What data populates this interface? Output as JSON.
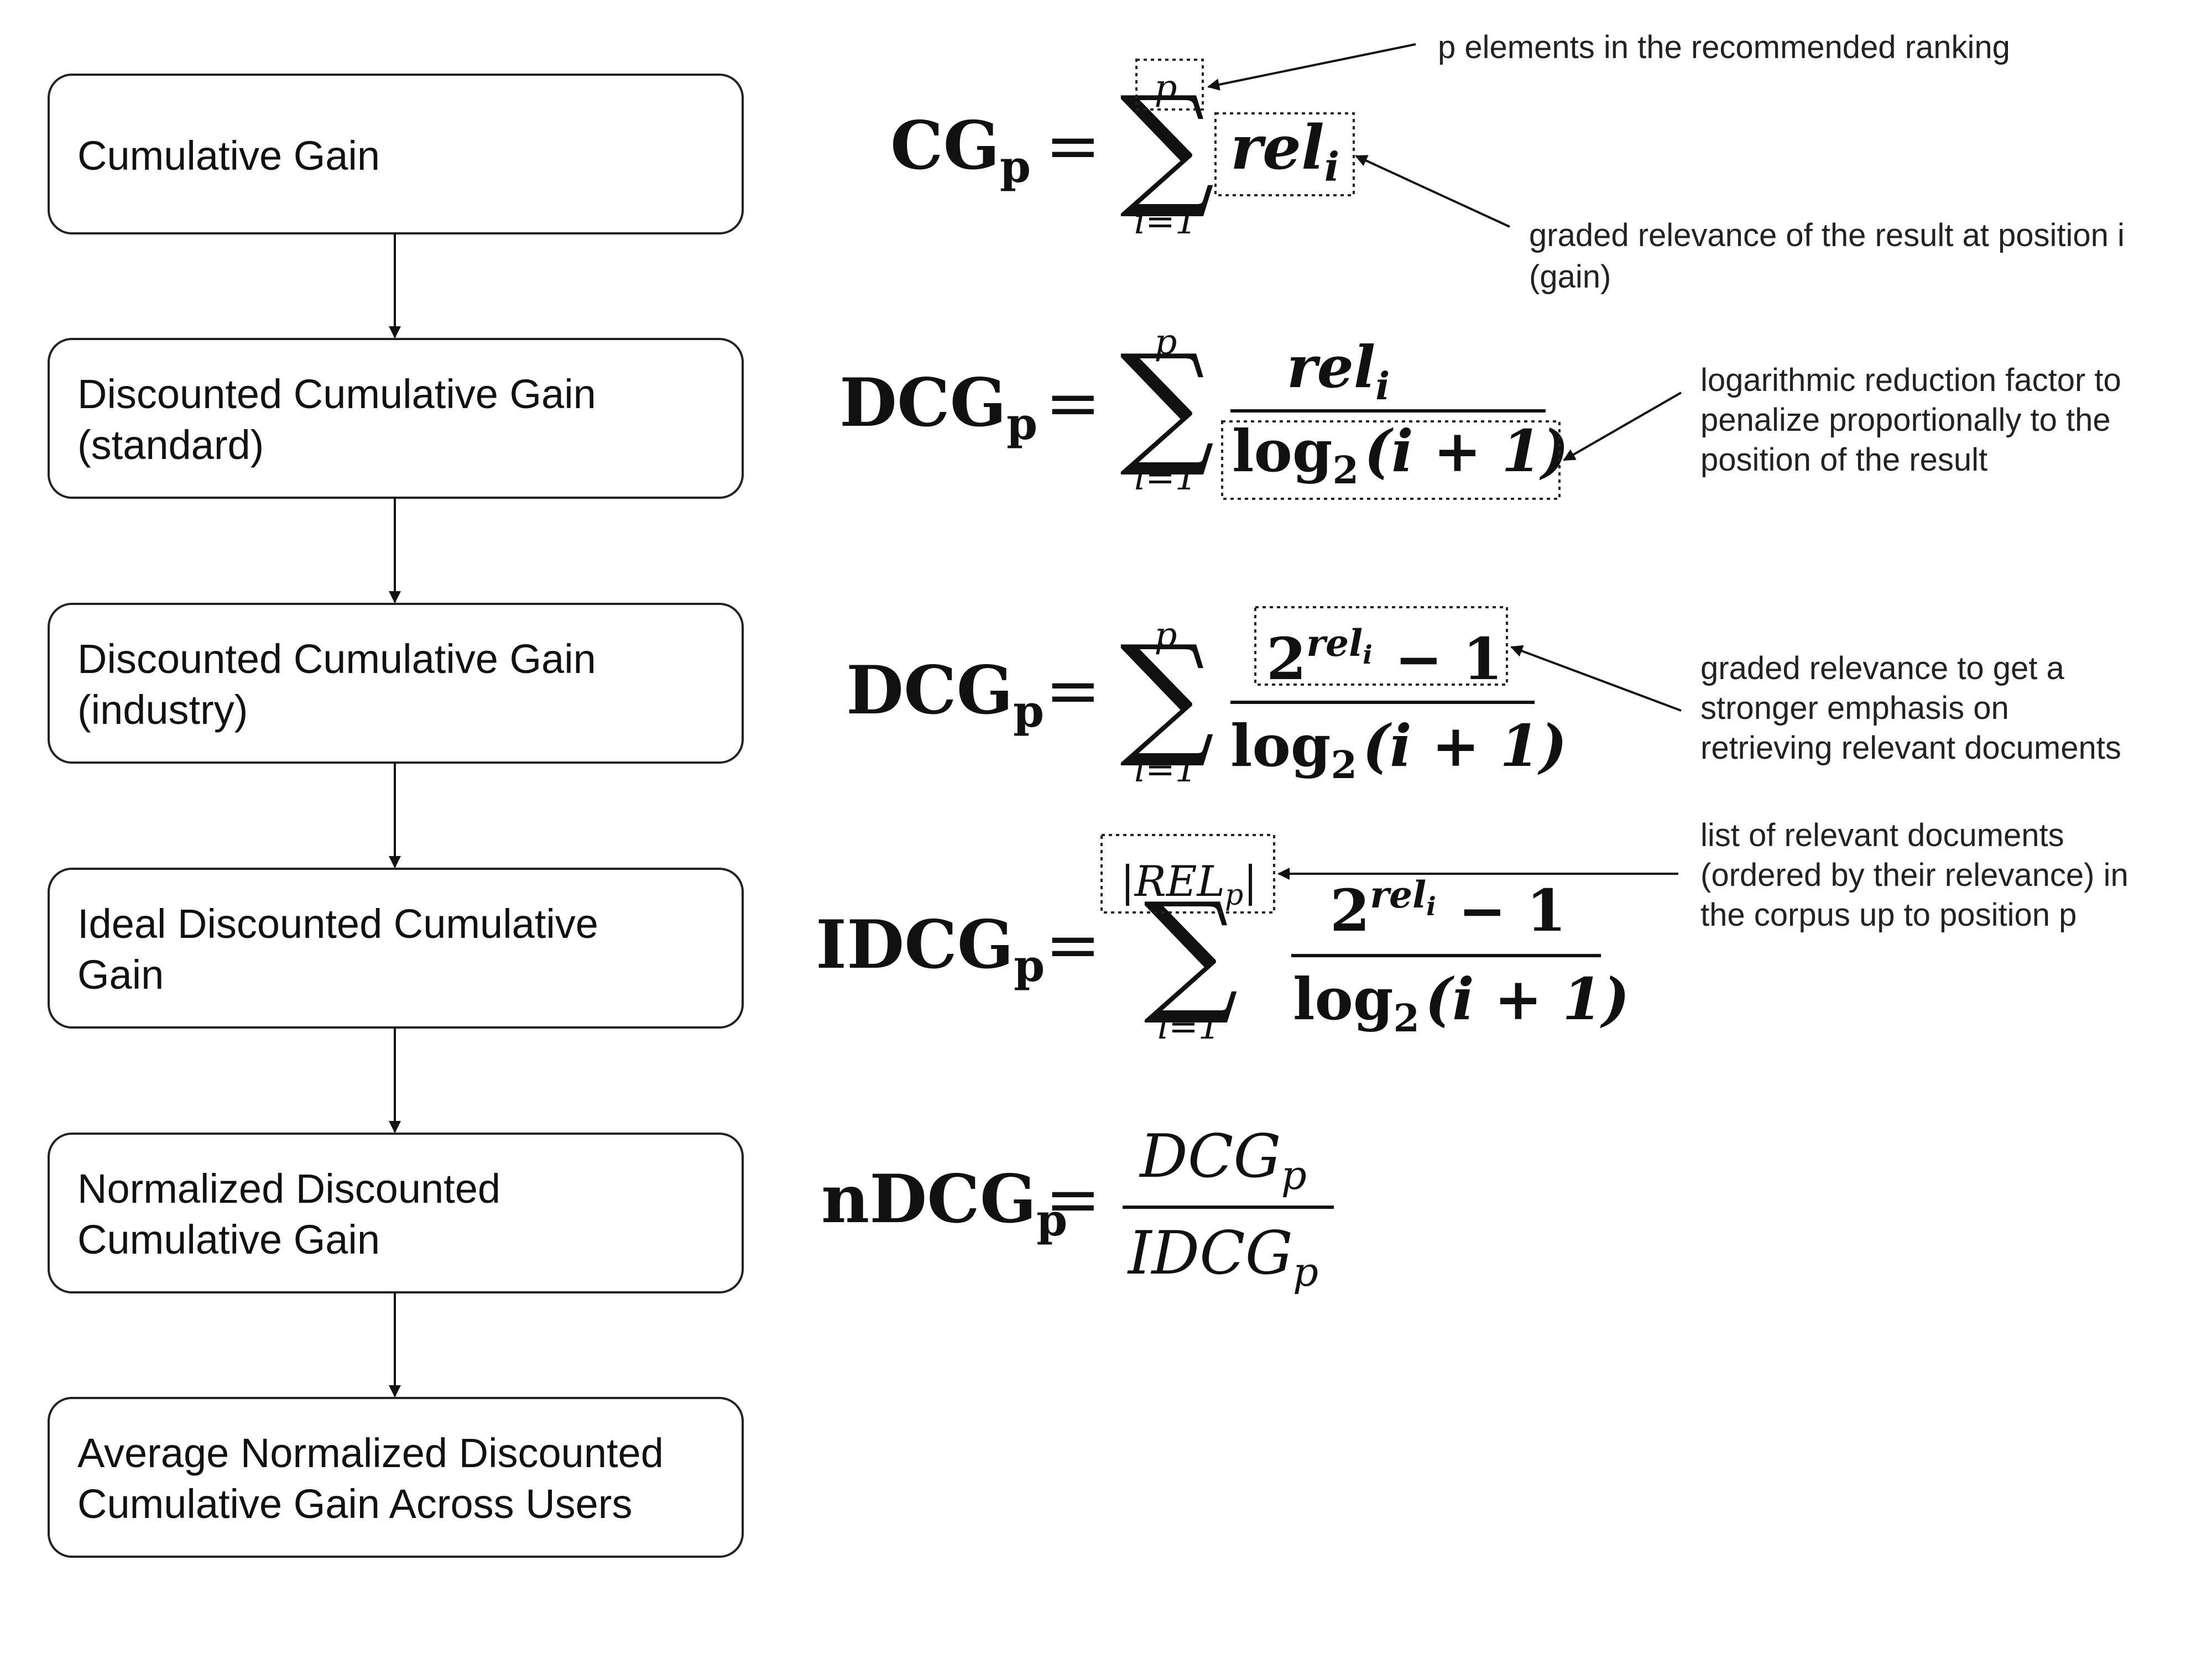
{
  "flow": {
    "boxes": [
      {
        "line1": "Cumulative Gain",
        "line2": ""
      },
      {
        "line1": "Discounted Cumulative Gain",
        "line2": "(standard)"
      },
      {
        "line1": "Discounted Cumulative Gain",
        "line2": "(industry)"
      },
      {
        "line1": "Ideal Discounted Cumulative",
        "line2": "Gain"
      },
      {
        "line1": "Normalized Discounted",
        "line2": "Cumulative Gain"
      },
      {
        "line1": "Average Normalized Discounted",
        "line2": "Cumulative Gain Across Users"
      }
    ]
  },
  "formulas": {
    "cg": {
      "lhs": "CG",
      "sub": "p",
      "eq": "=",
      "upper": "p",
      "lower": "i=1",
      "term": "rel",
      "term_sub": "i"
    },
    "dcg_std": {
      "lhs": "DCG",
      "sub": "p",
      "eq": "=",
      "upper": "p",
      "lower": "i=1",
      "num": "rel",
      "num_sub": "i",
      "den_log": "log",
      "den_base": "2",
      "den_arg": "(i + 1)"
    },
    "dcg_ind": {
      "lhs": "DCG",
      "sub": "p",
      "eq": "=",
      "upper": "p",
      "lower": "i=1",
      "num_base": "2",
      "num_exp": "rel",
      "num_exp_sub": "i",
      "num_tail": "− 1",
      "den_log": "log",
      "den_base": "2",
      "den_arg": "(i + 1)"
    },
    "idcg": {
      "lhs": "IDCG",
      "sub": "p",
      "eq": "=",
      "upper": "|REL",
      "upper_sub": "p",
      "upper_end": "|",
      "lower": "i=1",
      "num_base": "2",
      "num_exp": "rel",
      "num_exp_sub": "i",
      "num_tail": "− 1",
      "den_log": "log",
      "den_base": "2",
      "den_arg": "(i + 1)"
    },
    "ndcg": {
      "lhs": "nDCG",
      "sub": "p",
      "eq": "=",
      "num": "DCG",
      "num_sub": "p",
      "den": "IDCG",
      "den_sub": "p"
    }
  },
  "annotations": {
    "p_elements": "p elements in the recommended ranking",
    "gain_line1": "graded relevance of the result at position i",
    "gain_line2": "(gain)",
    "log_line1": "logarithmic reduction factor to",
    "log_line2": "penalize proportionally to the",
    "log_line3": "position of the result",
    "emph_line1": "graded relevance to get a",
    "emph_line2": "stronger emphasis on",
    "emph_line3": "retrieving relevant documents",
    "list_line1": "list of relevant documents",
    "list_line2": "(ordered by their relevance) in",
    "list_line3": "the corpus up to position p"
  }
}
